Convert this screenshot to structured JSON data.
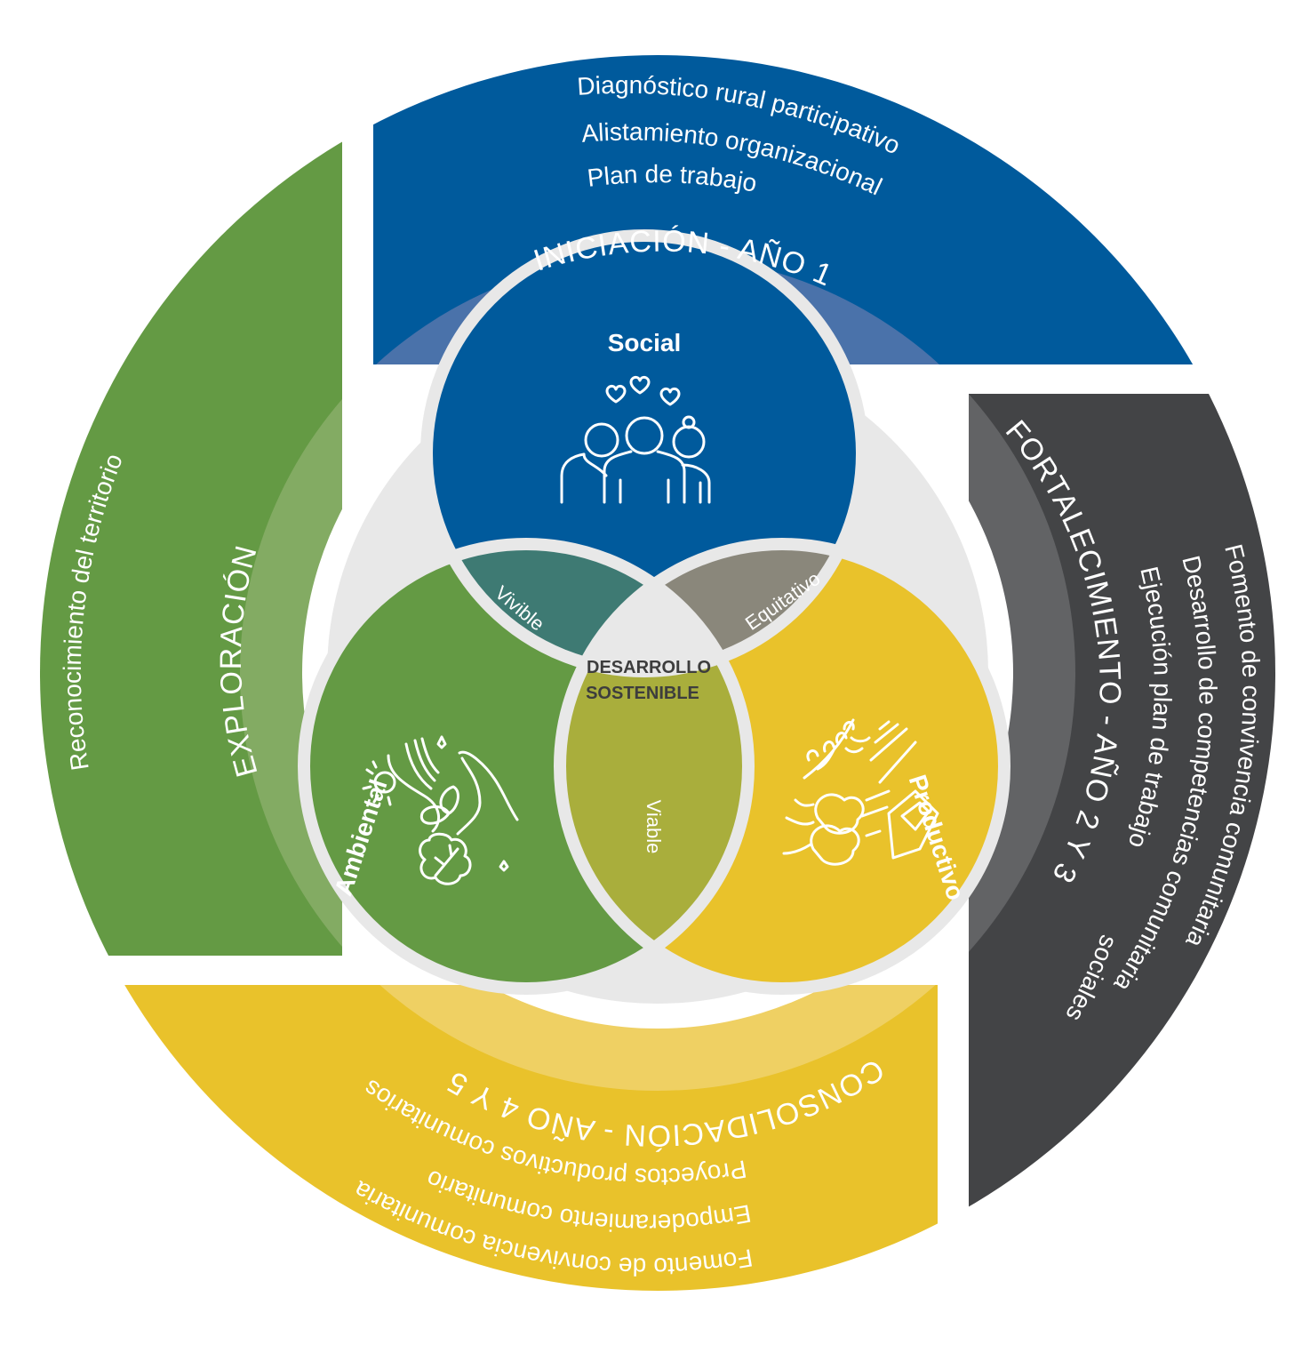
{
  "diagram": {
    "center_label": [
      "DESARROLLO",
      "SOSTENIBLE"
    ],
    "phases": [
      {
        "id": "iniciacion",
        "title": "INICIACIÓN - AÑO 1",
        "items": [
          "Diagnóstico rural participativo",
          "Alistamiento organizacional",
          "Plan de trabajo"
        ],
        "color": "#005a9c",
        "band_color": "#4a72aa"
      },
      {
        "id": "fortalecimiento",
        "title": "FORTALECIMIENTO - AÑO 2 Y 3",
        "items": [
          "Fomento de convivencia comunitaria",
          "Desarrollo de competencias comunitaria",
          "Ejecución plan de trabajo",
          "sociales"
        ],
        "color": "#434446",
        "band_color": "#626365"
      },
      {
        "id": "consolidacion",
        "title": "CONSOLIDACIÓN - AÑO 4 Y 5",
        "items": [
          "Proyectos productivos comunitarios",
          "Empoderamiento comunitario",
          "Fomento de convivencia comunitaria"
        ],
        "color": "#e9c22b",
        "band_color": "#efd063"
      },
      {
        "id": "exploracion",
        "title": "EXPLORACIÓN",
        "items": [
          "Reconocimiento del territorio"
        ],
        "color": "#649a44",
        "band_color": "#83ab63"
      }
    ],
    "venn": {
      "circles": [
        {
          "id": "social",
          "label": "Social",
          "icon": "people-hearts-icon",
          "color": "#005a9c"
        },
        {
          "id": "ambiental",
          "label": "Ambiental",
          "icon": "hand-plant-icon",
          "color": "#649a44"
        },
        {
          "id": "productivo",
          "label": "Productivo",
          "icon": "farm-harvest-icon",
          "color": "#e9c22b"
        }
      ],
      "intersections": [
        {
          "id": "vivible",
          "label": "Vivible",
          "color": "#3e7a73"
        },
        {
          "id": "equitativo",
          "label": "Equitativo",
          "color": "#8a877b"
        },
        {
          "id": "viable",
          "label": "Viable",
          "color": "#a9ae3c"
        }
      ]
    },
    "colors": {
      "inner_disk": "#e8e8e8",
      "gap": "#ffffff"
    }
  }
}
